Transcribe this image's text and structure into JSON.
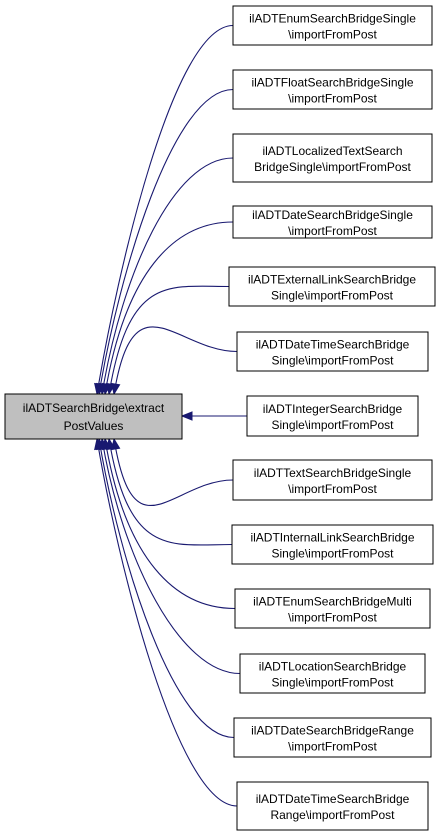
{
  "diagram": {
    "colors": {
      "edge": "#191970",
      "box_border": "#000000",
      "box_fill": "#ffffff",
      "source_fill": "#bfbfbf"
    },
    "source": {
      "line1": "ilADTSearchBridge\\extract",
      "line2": "PostValues"
    },
    "targets": [
      {
        "line1": "ilADTEnumSearchBridgeSingle",
        "line2": "\\importFromPost"
      },
      {
        "line1": "ilADTFloatSearchBridgeSingle",
        "line2": "\\importFromPost"
      },
      {
        "line1": "ilADTLocalizedTextSearch",
        "line2": "BridgeSingle\\importFromPost"
      },
      {
        "line1": "ilADTDateSearchBridgeSingle",
        "line2": "\\importFromPost"
      },
      {
        "line1": "ilADTExternalLinkSearchBridge",
        "line2": "Single\\importFromPost"
      },
      {
        "line1": "ilADTDateTimeSearchBridge",
        "line2": "Single\\importFromPost"
      },
      {
        "line1": "ilADTIntegerSearchBridge",
        "line2": "Single\\importFromPost"
      },
      {
        "line1": "ilADTTextSearchBridgeSingle",
        "line2": "\\importFromPost"
      },
      {
        "line1": "ilADTInternalLinkSearchBridge",
        "line2": "Single\\importFromPost"
      },
      {
        "line1": "ilADTEnumSearchBridgeMulti",
        "line2": "\\importFromPost"
      },
      {
        "line1": "ilADTLocationSearchBridge",
        "line2": "Single\\importFromPost"
      },
      {
        "line1": "ilADTDateSearchBridgeRange",
        "line2": "\\importFromPost"
      },
      {
        "line1": "ilADTDateTimeSearchBridge",
        "line2": "Range\\importFromPost"
      }
    ]
  }
}
